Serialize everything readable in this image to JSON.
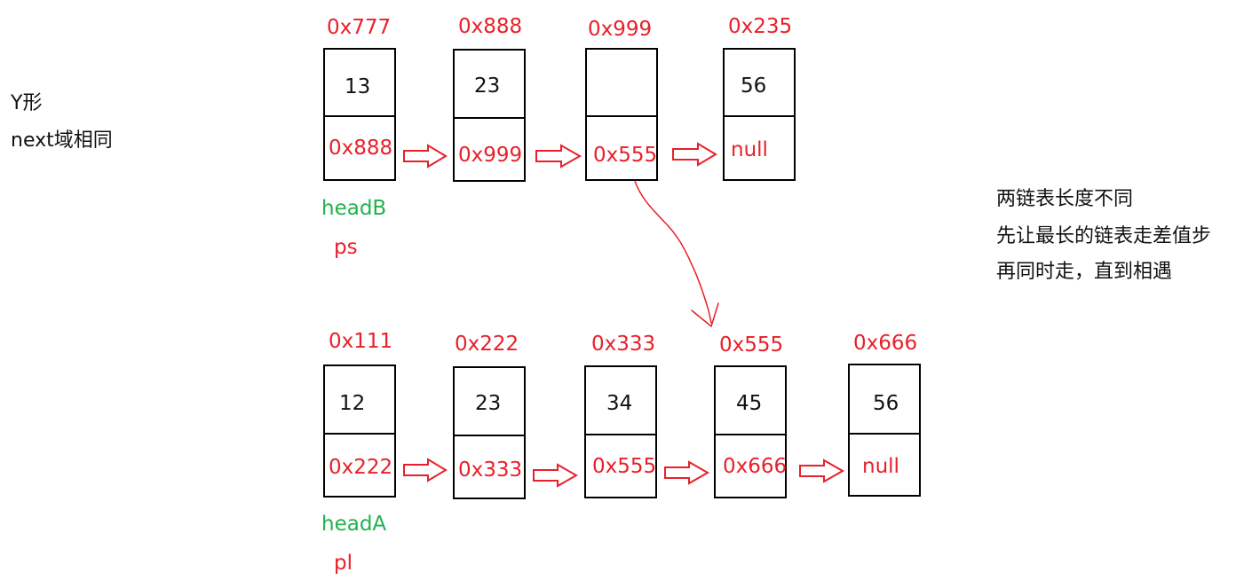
{
  "left_note": {
    "line1": "Y形",
    "line2": "next域相同"
  },
  "right_note": {
    "line1": "两链表长度不同",
    "line2": "先让最长的链表走差值步",
    "line3": "再同时走，直到相遇"
  },
  "list_b": {
    "head_label": "headB",
    "pointer_label": "ps",
    "nodes": [
      {
        "address": "0x777",
        "value": "13",
        "next": "0x888"
      },
      {
        "address": "0x888",
        "value": "23",
        "next": "0x999"
      },
      {
        "address": "0x999",
        "value": "",
        "next": "0x555"
      },
      {
        "address": "0x235",
        "value": "56",
        "next": "null"
      }
    ]
  },
  "list_a": {
    "head_label": "headA",
    "pointer_label": "pl",
    "nodes": [
      {
        "address": "0x111",
        "value": "12",
        "next": "0x222"
      },
      {
        "address": "0x222",
        "value": "23",
        "next": "0x333"
      },
      {
        "address": "0x333",
        "value": "34",
        "next": "0x555"
      },
      {
        "address": "0x555",
        "value": "45",
        "next": "0x666"
      },
      {
        "address": "0x666",
        "value": "56",
        "next": "null"
      }
    ]
  },
  "colors": {
    "address": "#e8202a",
    "head_label": "#22b14c",
    "pointer_label": "#e8202a",
    "arrow": "#e8202a",
    "border": "#000000"
  }
}
